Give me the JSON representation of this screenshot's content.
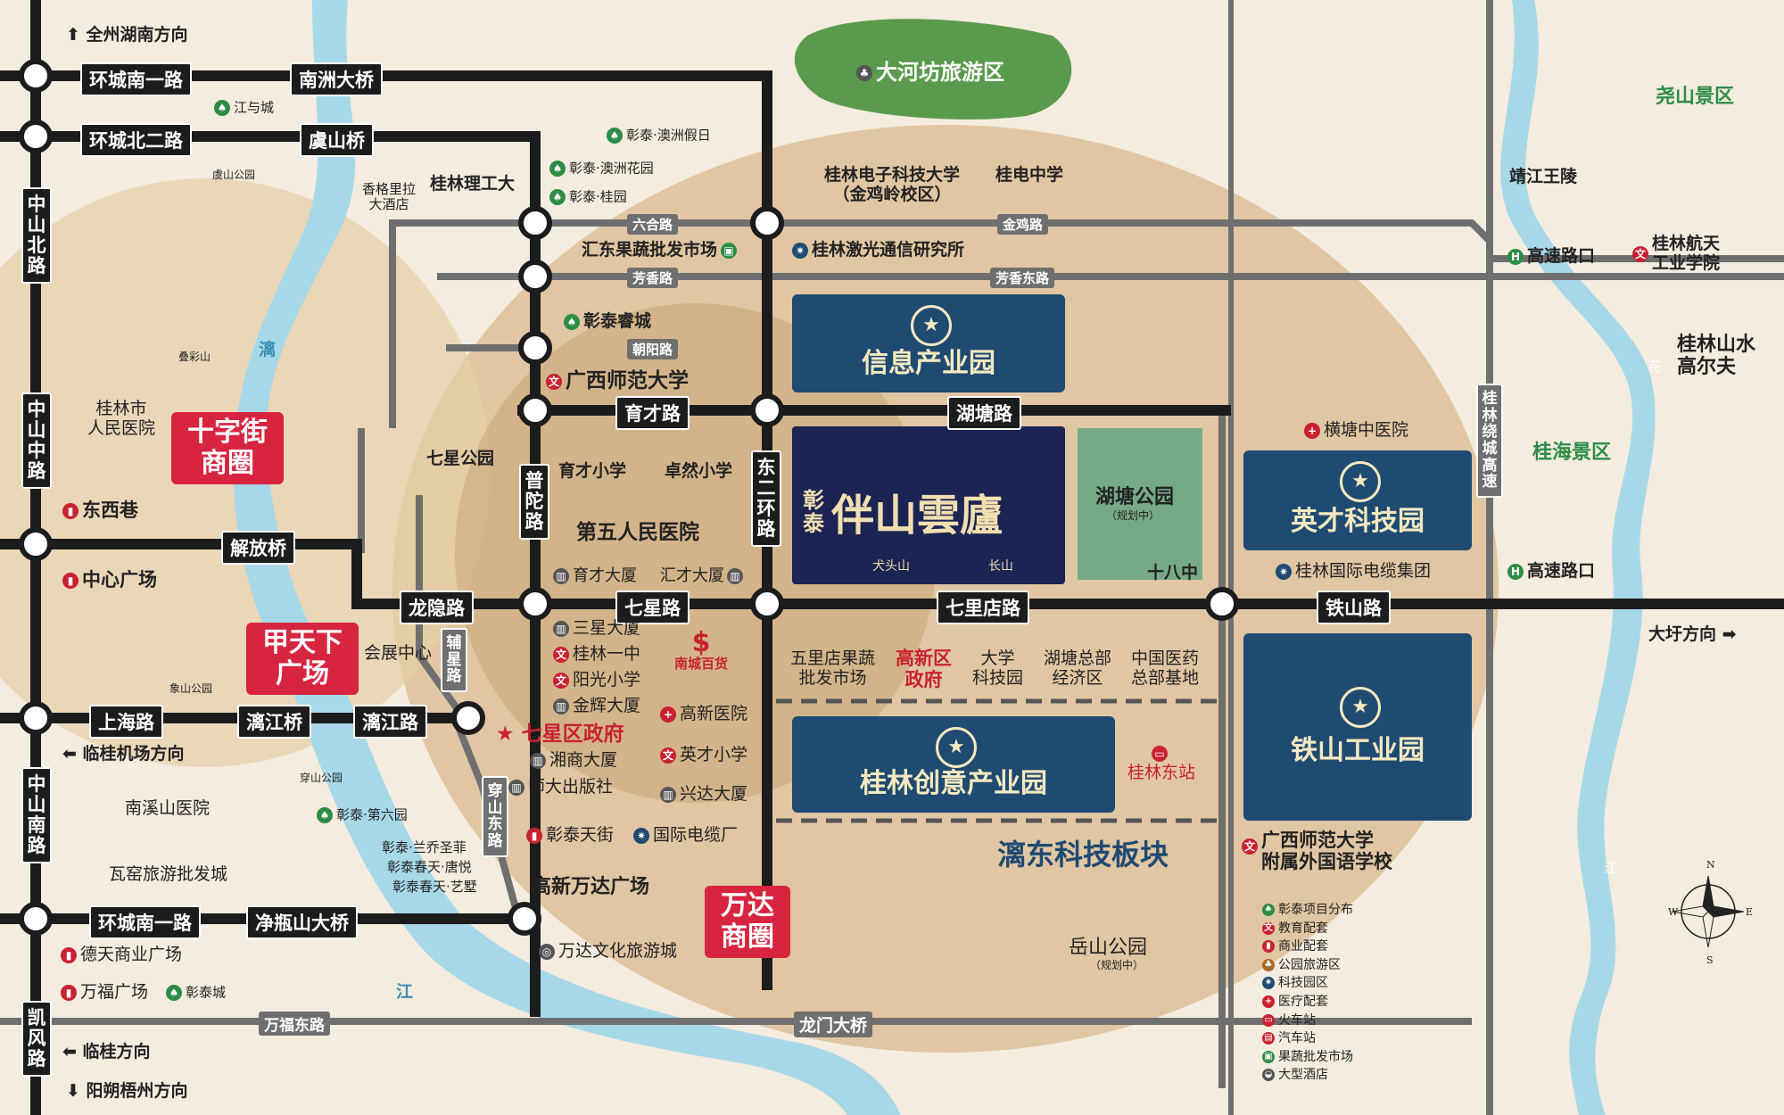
{
  "title": "彰泰 伴山雲廬",
  "title_sub": "彰泰",
  "title_name": "伴山雲廬",
  "title_marks": [
    "犬头山",
    "长山"
  ],
  "colors": {
    "background": "#f4ecdf",
    "circle": "#d9b98e",
    "river": "#9fd3e6",
    "road": "#1c1c1c",
    "zone_blue": "#1f4a72",
    "red_label": "#d8253f",
    "park_green": "#6aa683"
  },
  "directions": {
    "north_top": "全州湖南方向",
    "east": "大圩方向",
    "airport": "临桂机场方向",
    "lingui": "临桂方向",
    "wuzhou": "阳朔梧州方向"
  },
  "roads_h": {
    "huancheng_nan1_top": "环城南一路",
    "nanzhou_bridge": "南洲大桥",
    "huancheng_bei2": "环城北二路",
    "yushan_bridge": "虞山桥",
    "liuhe": "六合路",
    "jinji": "金鸡路",
    "fangxiang": "芳香路",
    "fangxiang_east": "芳香东路",
    "chaoyang": "朝阳路",
    "yucai": "育才路",
    "hutang": "湖塘路",
    "jiefang_bridge": "解放桥",
    "longyin": "龙隐路",
    "qixing": "七星路",
    "qilidian": "七里店路",
    "tieshan": "铁山路",
    "shanghai": "上海路",
    "lijiang_bridge": "漓江桥",
    "lijiang_road": "漓江路",
    "huancheng_nan1_bottom": "环城南一路",
    "jingpingshan_bridge": "净瓶山大桥",
    "wanfu_east": "万福东路",
    "longmen_bridge": "龙门大桥"
  },
  "roads_v": {
    "zhongshan_bei": "中山北路",
    "zhongshan_zhong": "中山中路",
    "zhongshan_nan": "中山南路",
    "kaifeng": "凯风路",
    "putuo": "普陀路",
    "dongerhuan": "东二环路",
    "fuxing": "辅星路",
    "chuanshan_east": "穿山东路",
    "guilin_raocheng": "桂林绕城高速"
  },
  "rivers": {
    "li_top": "漓",
    "li_bottom": "江",
    "hua": "花",
    "hua_jiang": "江"
  },
  "zones": {
    "xinxi": "信息产业园",
    "yingcai": "英才科技园",
    "tieshan_ind": "铁山工业园",
    "chuangyi": "桂林创意产业园",
    "lidong": "漓东科技板块",
    "hutang_park": "湖塘公园",
    "hutang_park_note": "（规划中）"
  },
  "commerce": {
    "shizijie": "十字街\n商圈",
    "jiatianxia": "甲天下\n广场",
    "wanda": "万达\n商圈"
  },
  "pois": {
    "dahefang": "大河坊旅游区",
    "yaoshan": "尧山景区",
    "jingjiang": "靖江王陵",
    "guihai": "桂海景区",
    "guilin_shanshui": "桂林山水\n高尔夫",
    "hangtian": "桂林航天\n工业学院",
    "gaosu_kou1": "高速路口",
    "gaosu_kou2": "高速路口",
    "jiangyucheng": "江与城",
    "yushan_park": "虞山公园",
    "xianggelila": "香格里拉\n大酒店",
    "ligong": "桂林理工大",
    "aozhou_jiari": "彰泰·澳洲假日",
    "aozhou_huayuan": "彰泰·澳洲花园",
    "guiyuan": "彰泰·桂园",
    "dianzi_univ": "桂林电子科技大学\n（金鸡岭校区）",
    "guidian_middle": "桂电中学",
    "huidong_market": "汇东果蔬批发市场",
    "jiguang": "桂林激光通信研究所",
    "ruicheng": "彰泰睿城",
    "guangxi_normal": "广西师范大学",
    "yucai_primary": "育才小学",
    "zhuoran_primary": "卓然小学",
    "fifth_hospital": "第五人民医院",
    "yucai_tower": "育才大厦",
    "huicai_tower": "汇才大厦",
    "qixing_park": "七星公园",
    "diecai": "叠彩山",
    "people_hospital": "桂林市\n人民医院",
    "dongxixiang": "东西巷",
    "zhongxin_plaza": "中心广场",
    "huizhan": "会展中心",
    "xiangshan_park": "象山公园",
    "sanxing": "三星大厦",
    "guilin_yizhong": "桂林一中",
    "yangguang_primary": "阳光小学",
    "jinhui": "金辉大厦",
    "qixing_gov": "七星区政府",
    "xiangshang": "湘商大厦",
    "shida_press": "师大出版社",
    "nancheng": "南城百货",
    "gaoxin_hospital": "高新医院",
    "yingcai_primary": "英才小学",
    "xingda": "兴达大厦",
    "wulidian_market": "五里店果蔬\n批发市场",
    "gaoxin_gov": "高新区\n政府",
    "daxue_park": "大学\n科技园",
    "hutang_hq": "湖塘总部\n经济区",
    "pharma": "中国医药\n总部基地",
    "hengtang_hospital": "横塘中医院",
    "guoji_tv": "桂林国际电缆集团",
    "shibazhong": "十八中",
    "guilin_east": "桂林东站",
    "guangxi_affiliated": "广西师范大学\n附属外国语学校",
    "yueshan_park": "岳山公园",
    "yueshan_note": "（规划中）",
    "nanxishan_hospital": "南溪山医院",
    "wayao": "瓦窑旅游批发城",
    "chuanshan_park": "穿山公园",
    "diliuyuan": "彰泰·第六园",
    "lanqiao": "彰泰·兰乔圣菲",
    "tangyue": "彰泰春天·唐悦",
    "yishu": "彰泰春天·艺墅",
    "tianjie": "彰泰天街",
    "guoji_cable": "国际电缆厂",
    "wanda_plaza": "高新万达广场",
    "wanda_culture": "万达文化旅游城",
    "detian": "德天商业广场",
    "wanfu": "万福广场",
    "zhangtaicheng": "彰泰城"
  },
  "legend": [
    "彰泰项目分布",
    "教育配套",
    "商业配套",
    "公园旅游区",
    "科技园区",
    "医疗配套",
    "火车站",
    "汽车站",
    "果蔬批发市场",
    "大型酒店"
  ]
}
